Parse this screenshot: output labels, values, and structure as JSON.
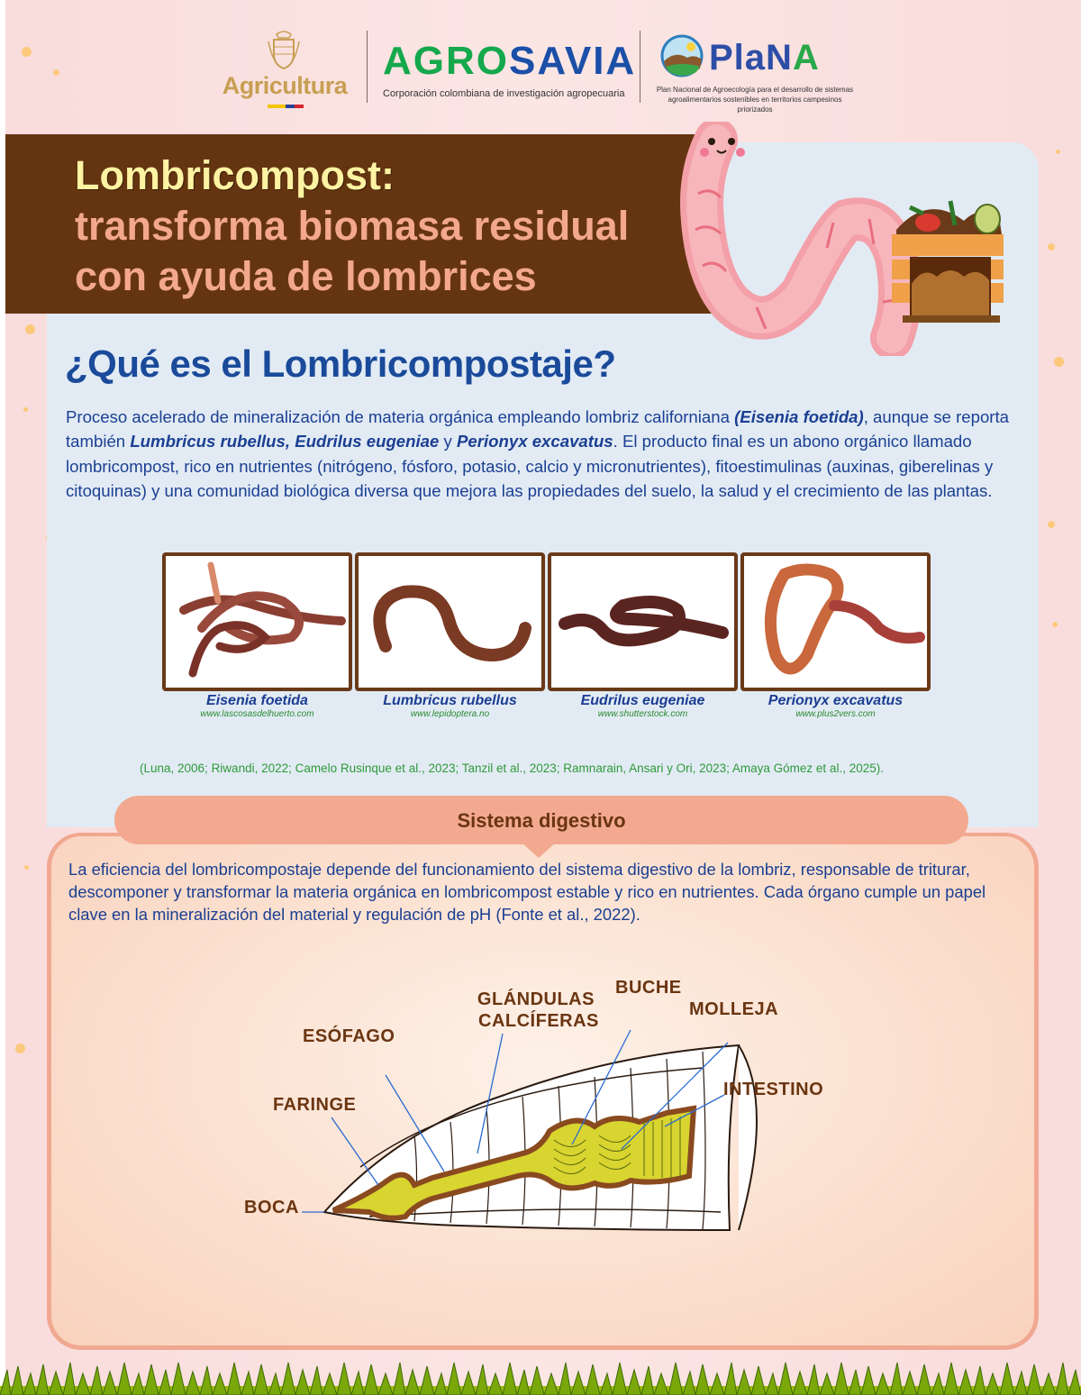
{
  "header": {
    "logos": [
      {
        "name": "Agricultura",
        "colors": {
          "text": "#c79f52",
          "flag": [
            "#f5c400",
            "#2a3f95",
            "#d8252c"
          ]
        }
      },
      {
        "name": "AGROSAVIA",
        "parts": [
          "AGRO",
          "SAVIA"
        ],
        "subtitle": "Corporación colombiana de investigación agropecuaria",
        "colors": {
          "green": "#15a84c",
          "blue": "#1b4fa8"
        }
      },
      {
        "name": "PlaNA",
        "parts": [
          "PlaN",
          "A"
        ],
        "subtitle_line1": "Plan Nacional de Agroecología para el desarrollo de sistemas",
        "subtitle_line2": "agroalimentarios sostenibles en territorios campesinos priorizados"
      }
    ]
  },
  "title": {
    "line1": "Lombricompost:",
    "line2": "transforma biomasa residual",
    "line3": "con ayuda de lombrices",
    "colors": {
      "banner": "#653511",
      "line1": "#fdf3a2",
      "rest": "#f3a88e"
    }
  },
  "intro": {
    "heading": "¿Qué es el Lombricompostaje?",
    "p1": "Proceso acelerado de mineralización de materia orgánica empleando lombriz californiana ",
    "sp1": "(Eisenia foetida)",
    "p2": ", aunque se reporta también ",
    "sp2": "Lumbricus rubellus, Eudrilus eugeniae",
    "p3": " y ",
    "sp3": "Perionyx excavatus",
    "p4": ". El producto final es un abono orgánico llamado lombricompost, rico en nutrientes (nitrógeno, fósforo, potasio, calcio y micronutrientes), fitoestimulinas (auxinas, giberelinas y citoquinas) y una comunidad biológica diversa que mejora las propiedades del suelo, la salud y el crecimiento de las plantas."
  },
  "species": [
    {
      "name": "Eisenia foetida",
      "source": "www.lascosasdelhuerto.com"
    },
    {
      "name": "Lumbricus rubellus",
      "source": "www.lepidoptera.no"
    },
    {
      "name": "Eudrilus eugeniae",
      "source": "www.shutterstock.com"
    },
    {
      "name": "Perionyx excavatus",
      "source": "www.plus2vers.com"
    }
  ],
  "references": "(Luna, 2006; Riwandi, 2022; Camelo Rusinque et al., 2023; Tanzil et al., 2023;  Ramnarain, Ansari y Ori, 2023; Amaya Gómez et al., 2025).",
  "digestive": {
    "header": "Sistema digestivo",
    "text": "La eficiencia del lombricompostaje depende del funcionamiento del sistema digestivo de la lombriz,  responsable de triturar, descomponer y transformar la materia orgánica en lombricompost estable y rico en nutrientes. Cada órgano cumple un papel clave en la mineralización del material y regulación de pH (Fonte et al., 2022).",
    "labels": {
      "boca": "BOCA",
      "faringe": "FARINGE",
      "esofago": "ESÓFAGO",
      "glandulas1": "GLÁNDULAS",
      "glandulas2": "CALCÍFERAS",
      "buche": "BUCHE",
      "molleja": "MOLLEJA",
      "intestino": "INTESTINO"
    }
  }
}
